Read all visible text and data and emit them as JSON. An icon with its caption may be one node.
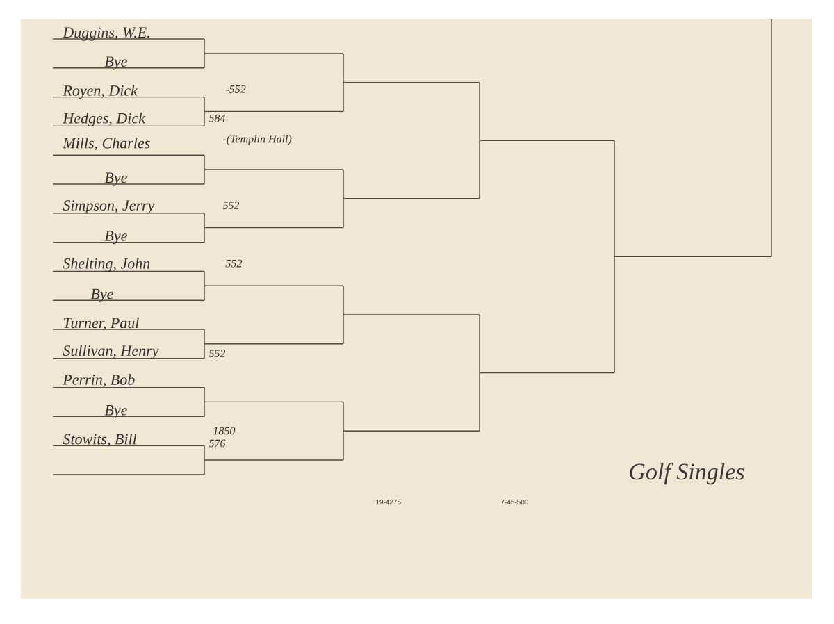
{
  "diagram": {
    "title": "Golf Singles",
    "labels": [
      "Duggins, W.E.",
      "Bye",
      "Royen, Dick",
      "-552",
      "Hedges, Dick",
      "584",
      "Mills, Charles",
      "-(Templin Hall)",
      "Bye",
      "Simpson, Jerry",
      "552",
      "Bye",
      "Shelting, John",
      "552",
      "Bye",
      "Turner, Paul",
      "Sullivan, Henry",
      "552",
      "Perrin, Bob",
      "Bye",
      "Stowits, Bill",
      "1850",
      "576",
      "19-4275",
      "7-45-500"
    ]
  }
}
